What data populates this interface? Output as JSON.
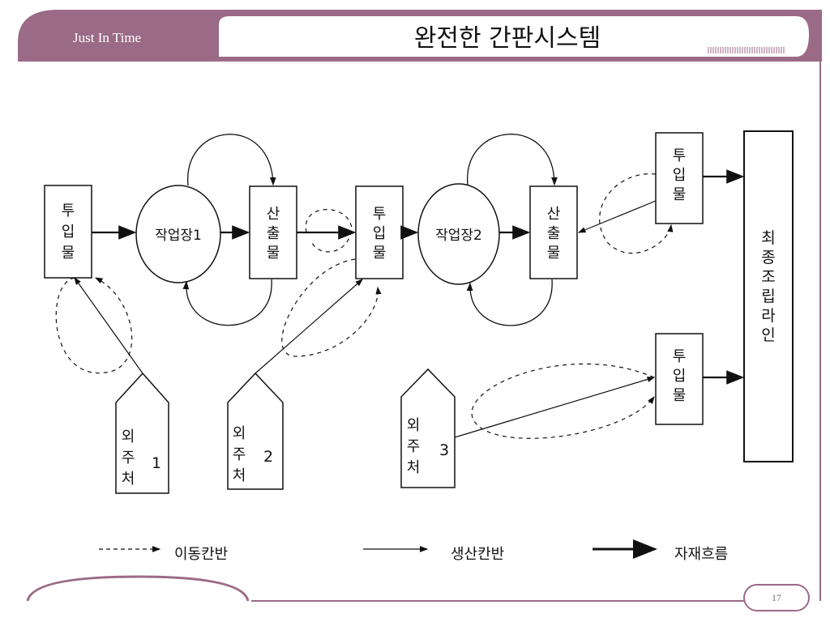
{
  "header": {
    "section_label": "Just In Time",
    "title": "완전한 간판시스템",
    "accent_color": "#9b6a86"
  },
  "diagram": {
    "input_label": "투입물",
    "output_label": "산출물",
    "workshop1": "작업장1",
    "workshop2": "작업장2",
    "supplier1_name": "외주처",
    "supplier1_num": "1",
    "supplier2_name": "외주처",
    "supplier2_num": "2",
    "supplier3_name": "외주처",
    "supplier3_num": "3",
    "final_line": "최종조립라인"
  },
  "legend": {
    "move_kanban": "이동칸반",
    "production_kanban": "생산칸반",
    "material_flow": "자재흐름"
  },
  "footer": {
    "page_number": "17"
  }
}
